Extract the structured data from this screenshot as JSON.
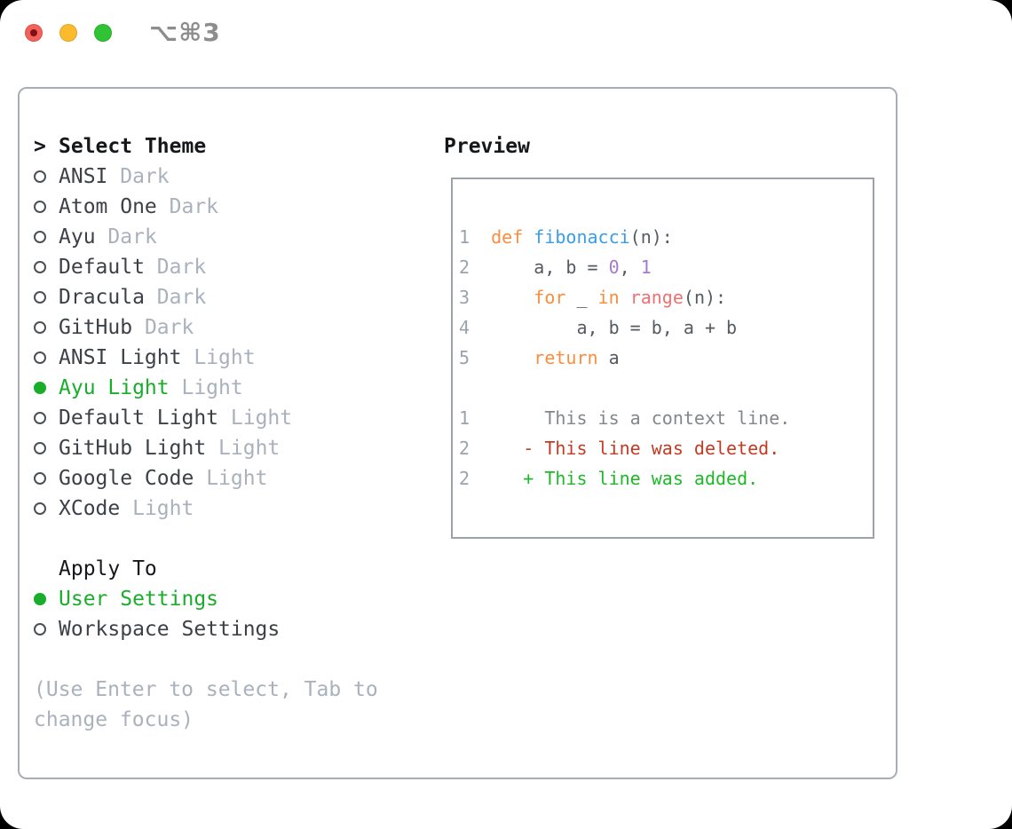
{
  "titlebar": {
    "title": "⌥⌘3"
  },
  "colors": {
    "traffic_red": "#f4605a",
    "traffic_red_dot": "#7d1216",
    "traffic_yellow": "#fcbb2d",
    "traffic_green": "#32c235",
    "title_text": "#8d8d8d",
    "panel_border": "#a8aeb8",
    "box_border": "#9aa2ac",
    "header_text": "#15171a",
    "item_text": "#3b4147",
    "muted": "#a9b2bc",
    "ring": "#4a5056",
    "accent_green": "#1aad2b",
    "line_number": "#9aa3ad",
    "code_default": "#545b62",
    "code_keyword": "#fa8d3e",
    "code_function": "#399ee6",
    "code_number": "#a37acc",
    "code_builtin": "#f07171",
    "diff_context": "#82878d",
    "diff_deleted": "#c43a22",
    "diff_added": "#1db928"
  },
  "theme_list": {
    "prompt": ">",
    "header": "Select Theme",
    "items": [
      {
        "name": "ANSI",
        "variant": "Dark",
        "selected": false
      },
      {
        "name": "Atom One",
        "variant": "Dark",
        "selected": false
      },
      {
        "name": "Ayu",
        "variant": "Dark",
        "selected": false
      },
      {
        "name": "Default",
        "variant": "Dark",
        "selected": false
      },
      {
        "name": "Dracula",
        "variant": "Dark",
        "selected": false
      },
      {
        "name": "GitHub",
        "variant": "Dark",
        "selected": false
      },
      {
        "name": "ANSI Light",
        "variant": "Light",
        "selected": false
      },
      {
        "name": "Ayu Light",
        "variant": "Light",
        "selected": true
      },
      {
        "name": "Default Light",
        "variant": "Light",
        "selected": false
      },
      {
        "name": "GitHub Light",
        "variant": "Light",
        "selected": false
      },
      {
        "name": "Google Code",
        "variant": "Light",
        "selected": false
      },
      {
        "name": "XCode",
        "variant": "Light",
        "selected": false
      }
    ]
  },
  "apply_to": {
    "header": "Apply To",
    "items": [
      {
        "label": "User Settings",
        "selected": true
      },
      {
        "label": "Workspace Settings",
        "selected": false
      }
    ]
  },
  "help_text": "(Use Enter to select, Tab to change focus)",
  "preview": {
    "header": "Preview",
    "lines": [
      {
        "num": "1",
        "segs": [
          {
            "t": "def",
            "c": "code_keyword"
          },
          {
            "t": " ",
            "c": "code_default"
          },
          {
            "t": "fibonacci",
            "c": "code_function"
          },
          {
            "t": "(n):",
            "c": "code_default"
          }
        ]
      },
      {
        "num": "2",
        "segs": [
          {
            "t": "    a, b = ",
            "c": "code_default"
          },
          {
            "t": "0",
            "c": "code_number"
          },
          {
            "t": ", ",
            "c": "code_default"
          },
          {
            "t": "1",
            "c": "code_number"
          }
        ]
      },
      {
        "num": "3",
        "segs": [
          {
            "t": "    ",
            "c": "code_default"
          },
          {
            "t": "for",
            "c": "code_keyword"
          },
          {
            "t": " _ ",
            "c": "code_default"
          },
          {
            "t": "in",
            "c": "code_keyword"
          },
          {
            "t": " ",
            "c": "code_default"
          },
          {
            "t": "range",
            "c": "code_builtin"
          },
          {
            "t": "(n):",
            "c": "code_default"
          }
        ]
      },
      {
        "num": "4",
        "segs": [
          {
            "t": "        a, b = b, a + b",
            "c": "code_default"
          }
        ]
      },
      {
        "num": "5",
        "segs": [
          {
            "t": "    ",
            "c": "code_default"
          },
          {
            "t": "return",
            "c": "code_keyword"
          },
          {
            "t": " a",
            "c": "code_default"
          }
        ]
      },
      {
        "num": "",
        "segs": []
      },
      {
        "num": "1",
        "segs": [
          {
            "t": "     This is a context line.",
            "c": "diff_context"
          }
        ]
      },
      {
        "num": "2",
        "segs": [
          {
            "t": "   - This line was deleted.",
            "c": "diff_deleted"
          }
        ]
      },
      {
        "num": "2",
        "segs": [
          {
            "t": "   + This line was added.",
            "c": "diff_added"
          }
        ]
      }
    ]
  }
}
